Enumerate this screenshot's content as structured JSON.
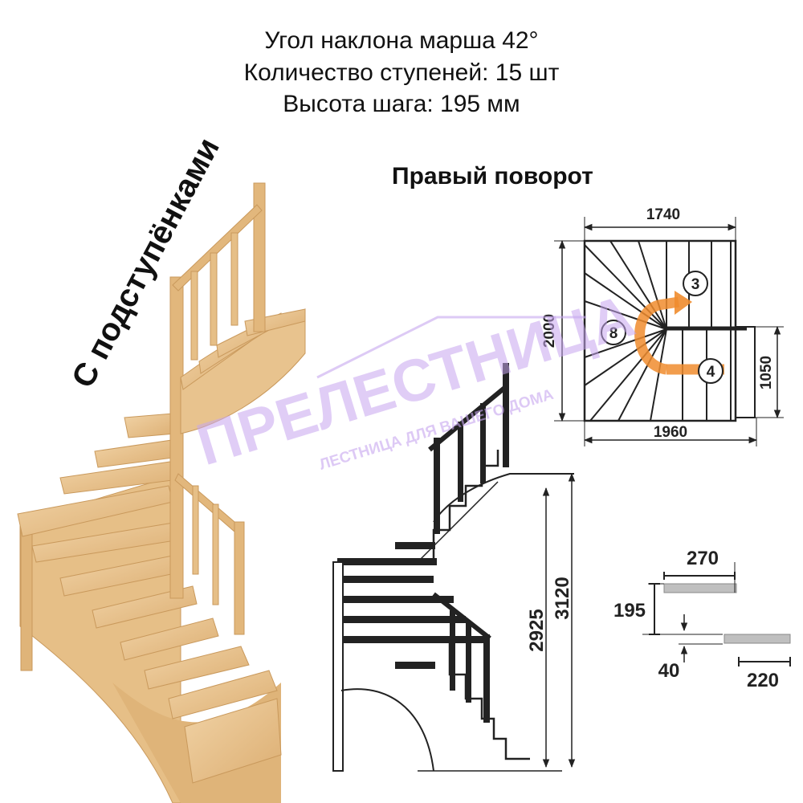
{
  "specs": {
    "angle": "Угол наклона марша 42°",
    "steps": "Количество ступеней: 15 шт",
    "step_height": "Высота шага: 195 мм"
  },
  "side_label": "С подступёнками",
  "turn_title": "Правый поворот",
  "plan": {
    "width_top": "1740",
    "width_bottom": "1960",
    "height_left": "2000",
    "height_right": "1050",
    "step_labels": [
      "3",
      "8",
      "4"
    ]
  },
  "elevation": {
    "height_total": "3120",
    "height_floor": "2925"
  },
  "step_detail": {
    "tread_depth": "270",
    "rise": "195",
    "overhang": "40",
    "going": "220"
  },
  "watermark": {
    "brand": "ПРЕЛЕСТНИЦА",
    "tagline": "ЛЕСТНИЦА ДЛЯ ВАШЕГО ДОМА"
  },
  "colors": {
    "wood": "#e9c48f",
    "wood_dark": "#cf9f62",
    "arrow": "#f08c2e",
    "watermark": "#c7a6ef"
  }
}
